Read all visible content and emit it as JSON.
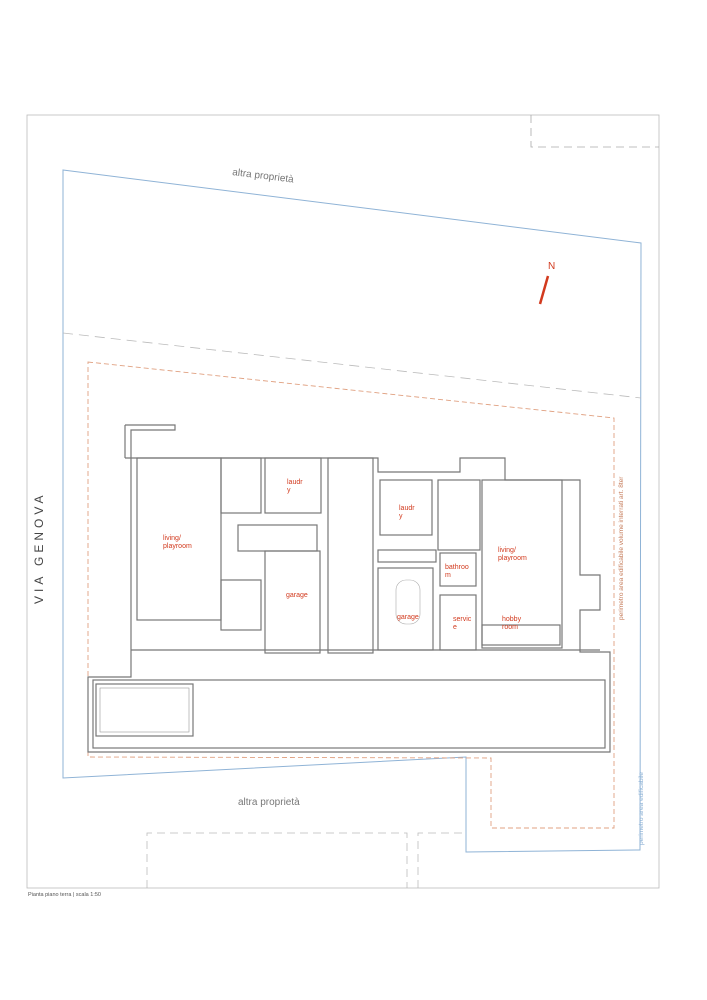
{
  "drawing": {
    "caption": "Pianta piano terra | scala 1:50",
    "street": "VIA GENOVA",
    "neighbor_top": "altra proprietà",
    "neighbor_bottom": "altra proprietà",
    "north": "N",
    "perimeter_buildable": "perimetro area edificabile",
    "perimeter_underground": "perimetro area edificabile volume interrati art. 8ter",
    "rooms": {
      "laundry_1": [
        "laudr",
        "y"
      ],
      "laundry_2": [
        "laudr",
        "y"
      ],
      "living_1": [
        "living/",
        "playroom"
      ],
      "living_2": [
        "living/",
        "playroom"
      ],
      "garage_1": "garage",
      "garage_2": "garage",
      "bathroom": [
        "bathroo",
        "m"
      ],
      "service": [
        "servic",
        "e"
      ],
      "hobby": [
        "hobby",
        "room"
      ]
    },
    "colors": {
      "property_line": "#8fb3d6",
      "setback": "#e0a080",
      "label": "#d23a1e",
      "wall": "#777777"
    }
  }
}
